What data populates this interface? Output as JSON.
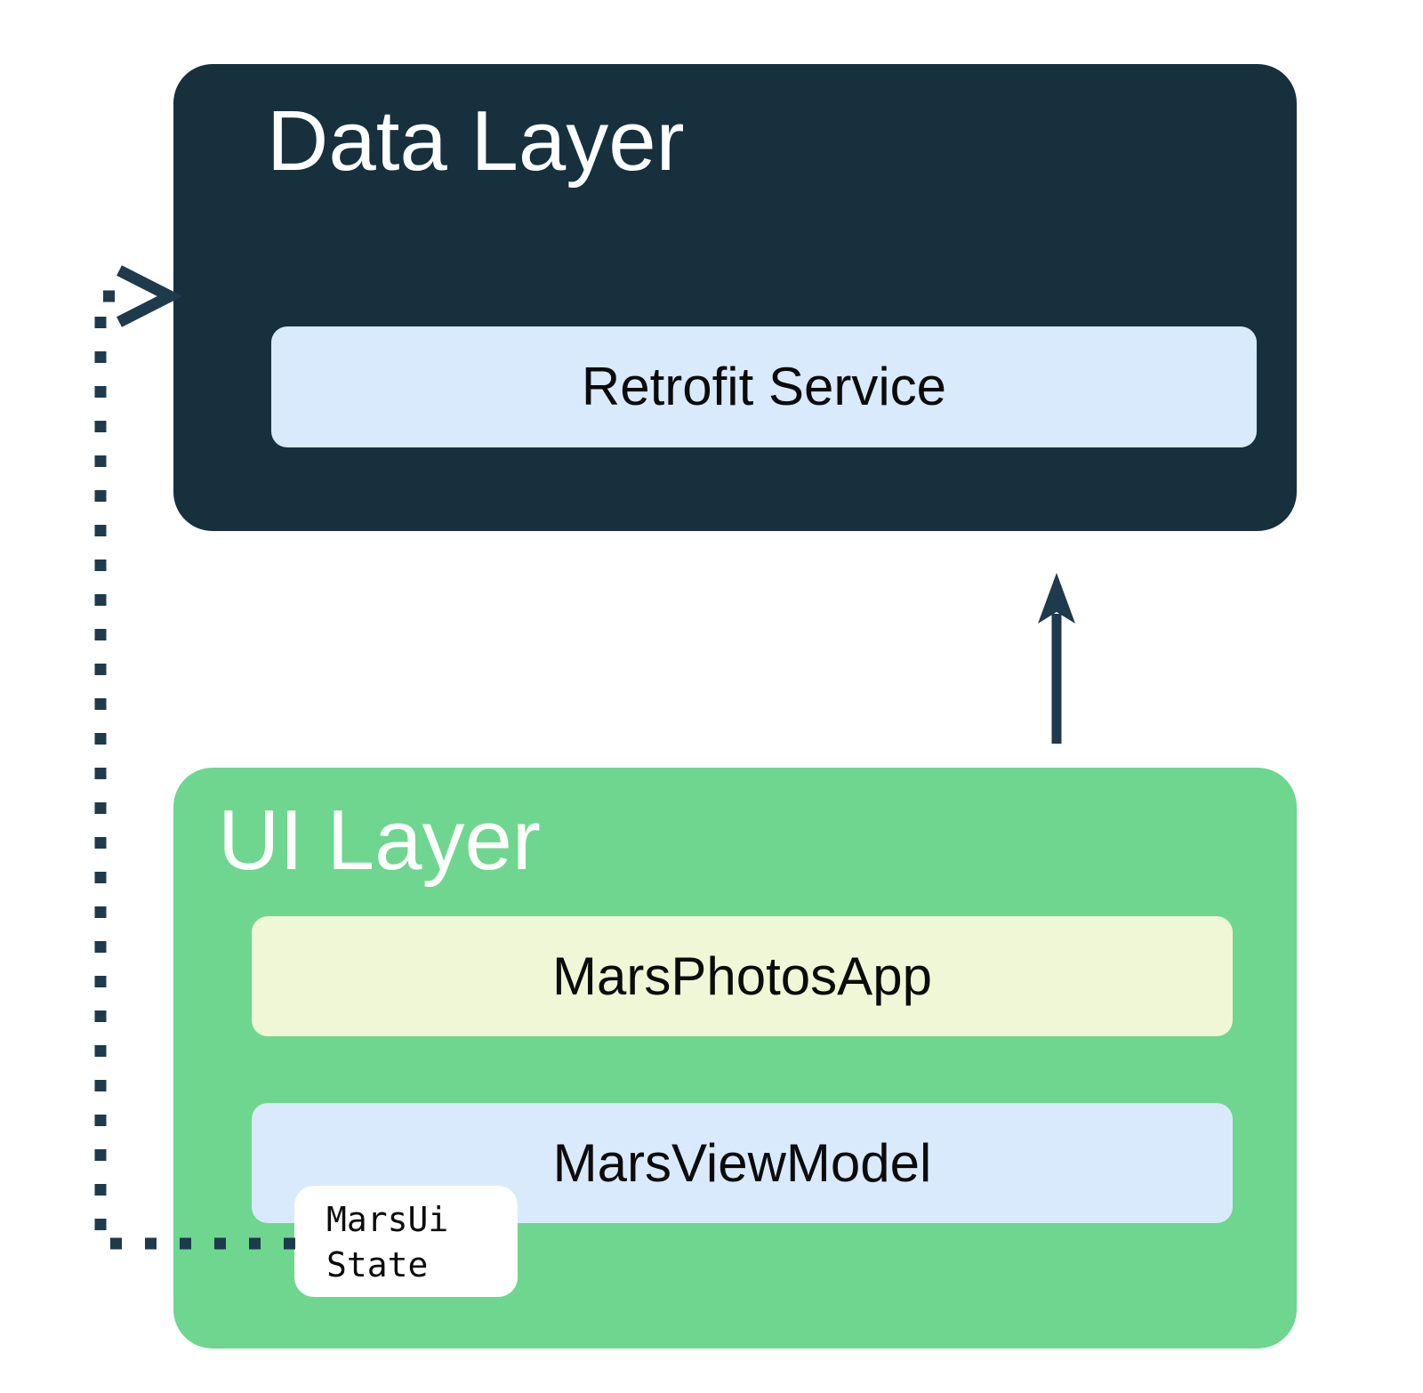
{
  "colors": {
    "navy": "#16303e",
    "green": "#6fd68f",
    "light_blue": "#d9eafc",
    "cream": "#f0f7d6",
    "arrow": "#1e3a4d"
  },
  "data_layer": {
    "title": "Data Layer",
    "retrofit_service_label": "Retrofit Service"
  },
  "ui_layer": {
    "title": "UI Layer",
    "mars_photos_app_label": "MarsPhotosApp",
    "mars_view_model_label": "MarsViewModel",
    "mars_ui_state": {
      "line1": "MarsUi",
      "line2": "State"
    }
  }
}
